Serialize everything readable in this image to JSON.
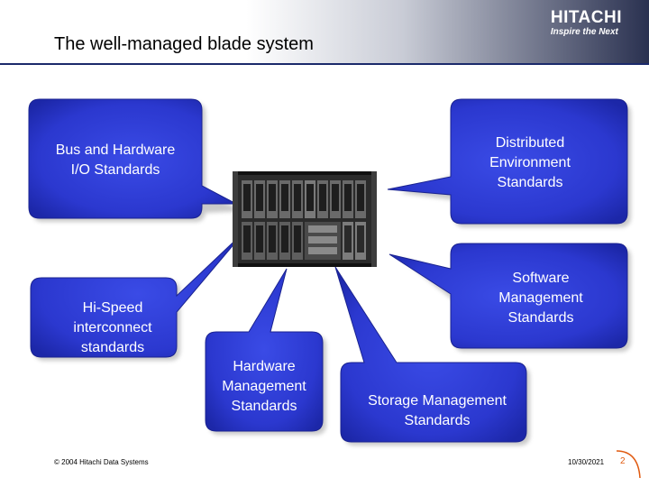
{
  "slide": {
    "title": "The well-managed blade system",
    "logo": {
      "name": "HITACHI",
      "tagline": "Inspire the Next"
    },
    "callouts": [
      {
        "lines": [
          "Bus and Hardware",
          "I/O Standards"
        ]
      },
      {
        "lines": [
          "Distributed",
          "Environment",
          "Standards"
        ]
      },
      {
        "lines": [
          "Hi-Speed",
          "interconnect",
          "standards"
        ]
      },
      {
        "lines": [
          "Software",
          "Management",
          "Standards"
        ]
      },
      {
        "lines": [
          "Hardware",
          "Management",
          "Standards"
        ]
      },
      {
        "lines": [
          "Storage Management",
          "Standards"
        ]
      }
    ],
    "footer": {
      "copyright": "© 2004 Hitachi Data Systems",
      "date": "10/30/2021",
      "page": "2"
    },
    "colors": {
      "callout_blue": "#2f3fd6",
      "brand_navy": "#1b2a6b",
      "page_orange": "#e05a10"
    }
  }
}
